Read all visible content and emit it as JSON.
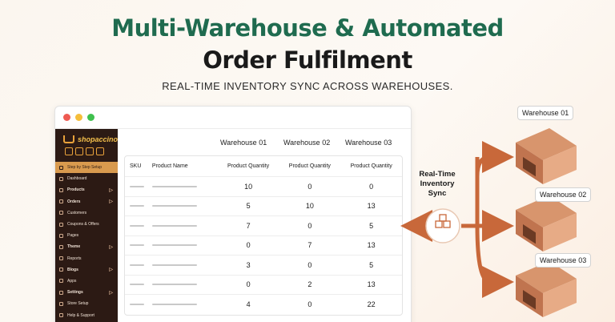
{
  "headline": {
    "line1": "Multi-Warehouse & Automated",
    "line2": "Order Fulfilment",
    "subtitle": "REAL-TIME INVENTORY SYNC ACROSS WAREHOUSES."
  },
  "app": {
    "logo": "shopaccino",
    "sidebar": [
      {
        "label": "Step by Step Setup",
        "active": true,
        "bold": false,
        "arrow": false
      },
      {
        "label": "Dashboard",
        "active": false,
        "bold": false,
        "arrow": false
      },
      {
        "label": "Products",
        "active": false,
        "bold": true,
        "arrow": true
      },
      {
        "label": "Orders",
        "active": false,
        "bold": true,
        "arrow": true
      },
      {
        "label": "Customers",
        "active": false,
        "bold": false,
        "arrow": false
      },
      {
        "label": "Coupons & Offers",
        "active": false,
        "bold": false,
        "arrow": false
      },
      {
        "label": "Pages",
        "active": false,
        "bold": false,
        "arrow": false
      },
      {
        "label": "Theme",
        "active": false,
        "bold": true,
        "arrow": true
      },
      {
        "label": "Reports",
        "active": false,
        "bold": false,
        "arrow": false
      },
      {
        "label": "Blogs",
        "active": false,
        "bold": true,
        "arrow": true
      },
      {
        "label": "Apps",
        "active": false,
        "bold": false,
        "arrow": false
      },
      {
        "label": "Settings",
        "active": false,
        "bold": true,
        "arrow": true
      },
      {
        "label": "Store Setup",
        "active": false,
        "bold": false,
        "arrow": false
      },
      {
        "label": "Help & Support",
        "active": false,
        "bold": false,
        "arrow": false
      }
    ]
  },
  "table": {
    "warehouses": [
      "Warehouse 01",
      "Warehouse 02",
      "Warehouse 03"
    ],
    "col_sku": "SKU",
    "col_name": "Product Name",
    "col_qty": "Product Quantity",
    "rows": [
      [
        10,
        0,
        0
      ],
      [
        5,
        10,
        13
      ],
      [
        7,
        0,
        5
      ],
      [
        0,
        7,
        13
      ],
      [
        3,
        0,
        5
      ],
      [
        0,
        2,
        13
      ],
      [
        4,
        0,
        22
      ]
    ]
  },
  "sync": {
    "label_line1": "Real-Time",
    "label_line2": "Inventory",
    "label_line3": "Sync"
  },
  "warehouse_labels": [
    "Warehouse 01",
    "Warehouse 02",
    "Warehouse 03"
  ],
  "colors": {
    "headline_green": "#1f6b4f",
    "accent_orange": "#c8683a",
    "sidebar_dark": "#2c1a14",
    "sidebar_active": "#d99a4e"
  }
}
